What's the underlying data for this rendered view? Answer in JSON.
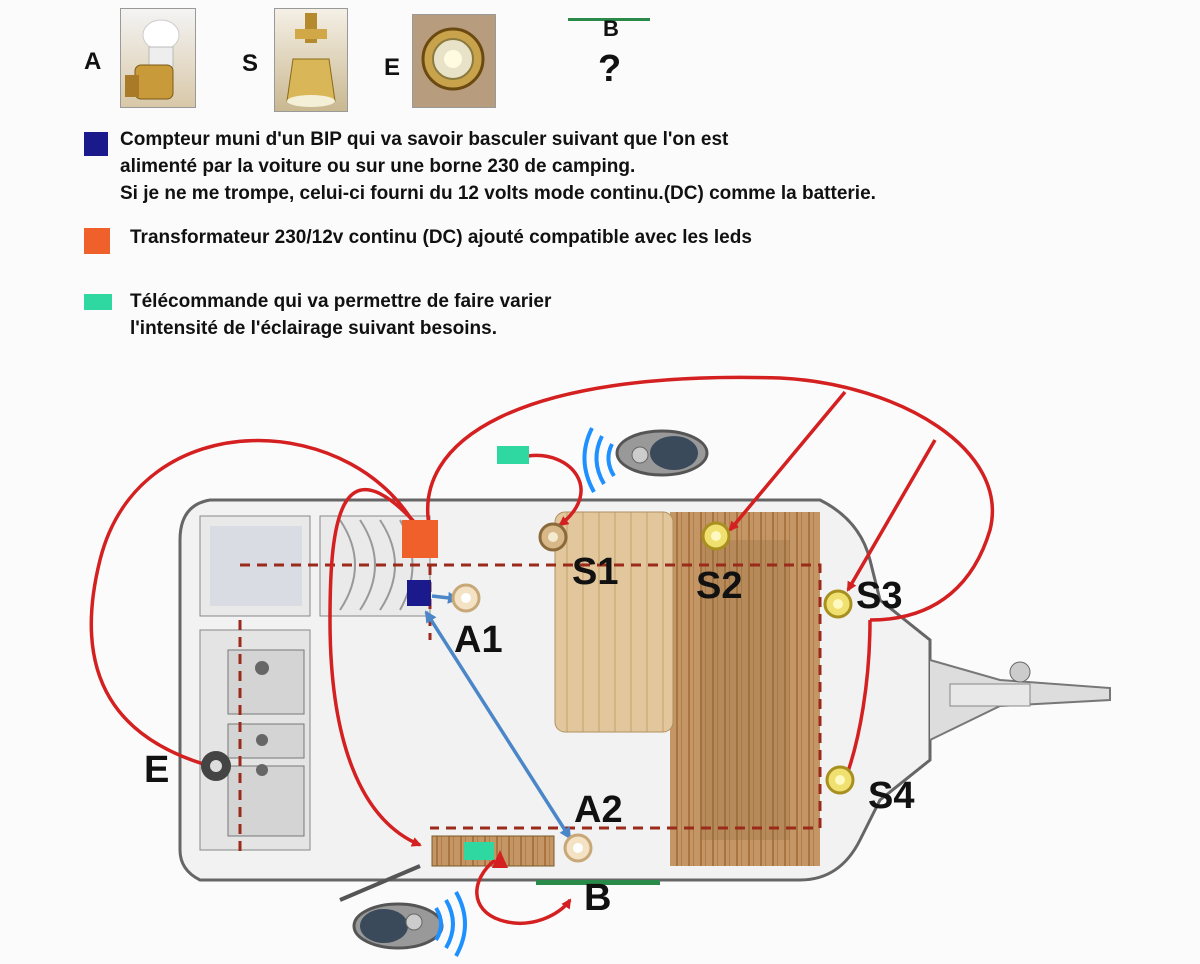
{
  "legend": {
    "items": [
      {
        "letter": "A",
        "icon": "wall-lamp-icon"
      },
      {
        "letter": "S",
        "icon": "spot-lamp-icon"
      },
      {
        "letter": "E",
        "icon": "recessed-spot-icon"
      },
      {
        "letter": "B",
        "icon": "led-strip-icon",
        "mark": "?"
      }
    ]
  },
  "notes": [
    {
      "color": "#1a1a8c",
      "lines": [
        "Compteur muni d'un BIP qui va savoir basculer suivant que l'on est",
        "alimenté par la voiture ou sur une borne 230 de camping.",
        "Si je ne me trompe, celui-ci fourni du 12 volts mode continu.(DC) comme la batterie."
      ]
    },
    {
      "color": "#f0602a",
      "lines": [
        "Transformateur 230/12v continu (DC) ajouté compatible avec les leds"
      ]
    },
    {
      "color": "#2fd8a0",
      "lines": [
        "Télécommande qui va permettre de faire varier",
        "l'intensité de l'éclairage  suivant besoins."
      ]
    }
  ],
  "diagram": {
    "labels": {
      "s1": "S1",
      "s2": "S2",
      "s3": "S3",
      "s4": "S4",
      "a1": "A1",
      "a2": "A2",
      "e": "E",
      "b": "B"
    },
    "colors": {
      "wire": "#d42020",
      "link": "#4a86c8",
      "meter": "#1a1a8c",
      "transformer": "#f0602a",
      "remote_receiver": "#2fd8a0",
      "led_strip": "#2a8a4a"
    }
  }
}
